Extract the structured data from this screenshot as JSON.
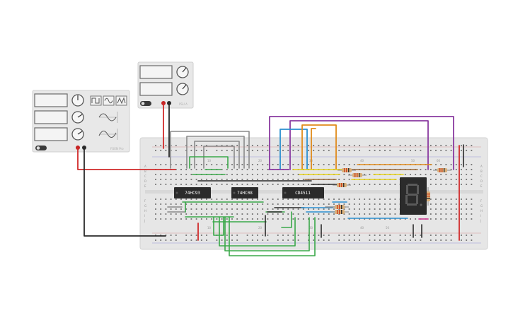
{
  "function_generator": {
    "brand": "FGEN Pro",
    "waveforms": [
      "square-icon",
      "sine-icon",
      "triangle-icon"
    ]
  },
  "power_supply": {
    "brand": "PSU A"
  },
  "breadboard": {
    "row_letters_top": [
      "A",
      "B",
      "C",
      "D",
      "E"
    ],
    "row_letters_bottom": [
      "F",
      "G",
      "H",
      "I",
      "J"
    ],
    "column_numbers": [
      "10",
      "20",
      "30",
      "40",
      "50",
      "60"
    ]
  },
  "chips": [
    {
      "label": "74HC93"
    },
    {
      "label": "74HC08"
    },
    {
      "label": "CD4511"
    }
  ],
  "seven_segment": {
    "digit": "8"
  },
  "colors": {
    "red_wire": "#d12a2a",
    "black_wire": "#2a2a2a",
    "green_wire": "#3aa84a",
    "gray_wire": "#8a8a8a",
    "purple_wire": "#8a3aa0",
    "blue_wire": "#2a8fd0",
    "orange_wire": "#e08a1a",
    "yellow_wire": "#e6d21a",
    "pink_wire": "#d04a9a",
    "brown_wire": "#9a6a3a",
    "board": "#e6e6e6",
    "chip": "#2b2b2b"
  }
}
